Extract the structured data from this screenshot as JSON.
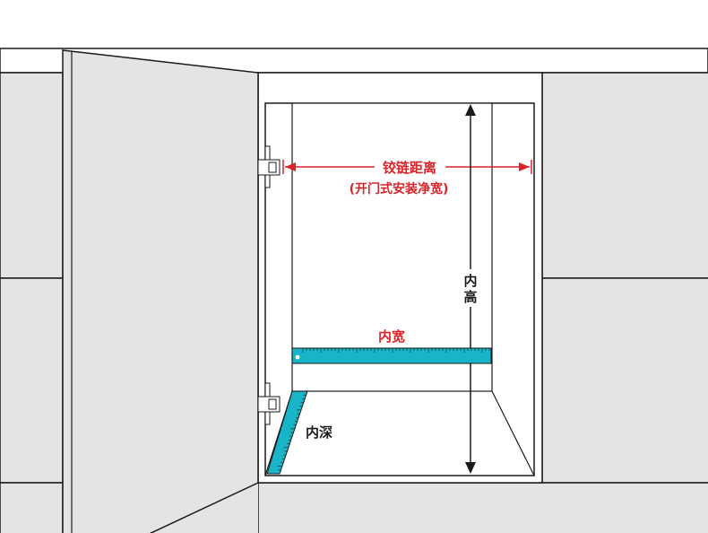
{
  "labels": {
    "hinge_distance": "铰链距离",
    "hinge_distance_note": "(开门式安装净宽)",
    "inner_height_top": "内",
    "inner_height_bottom": "高",
    "inner_width": "内宽",
    "inner_depth": "内深"
  },
  "colors": {
    "wall": "#e4e4e4",
    "stroke": "#1a1a1a",
    "dimension_red": "#d9242b",
    "ruler_cyan": "#1ab4c9",
    "cabinet_inner": "#ffffff"
  },
  "icons": {
    "upper_hinge": "hinge-icon",
    "lower_hinge": "hinge-icon",
    "horizontal_ruler": "ruler-icon",
    "slanted_ruler": "ruler-icon"
  }
}
